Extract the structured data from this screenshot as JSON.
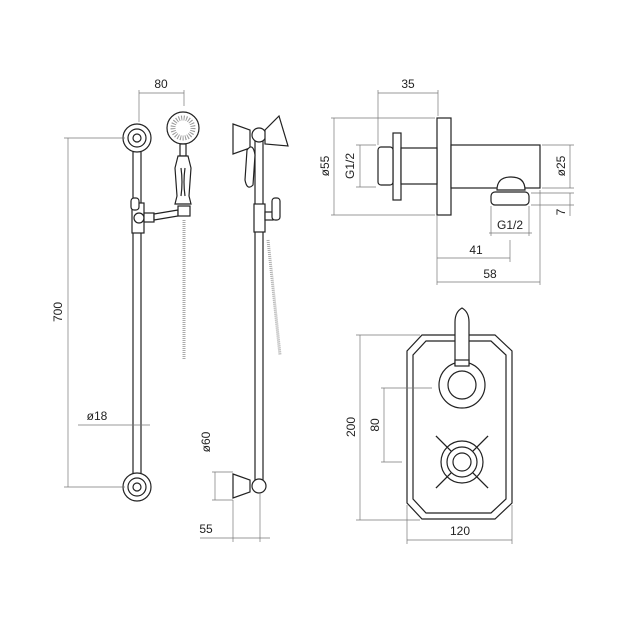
{
  "dimensions": {
    "rail_length": "700",
    "handset_offset": "80",
    "rail_diameter": "ø18",
    "bracket_diameter": "ø60",
    "bracket_depth": "55",
    "outlet_depth": "35",
    "outlet_flange_diameter": "ø55",
    "outlet_inlet_thread": "G1/2",
    "outlet_pipe_diameter": "ø25",
    "outlet_drop": "7",
    "outlet_outlet_thread": "G1/2",
    "outlet_to_center": "41",
    "outlet_projection": "58",
    "valve_height": "200",
    "valve_handle_spacing": "80",
    "valve_width": "120"
  }
}
